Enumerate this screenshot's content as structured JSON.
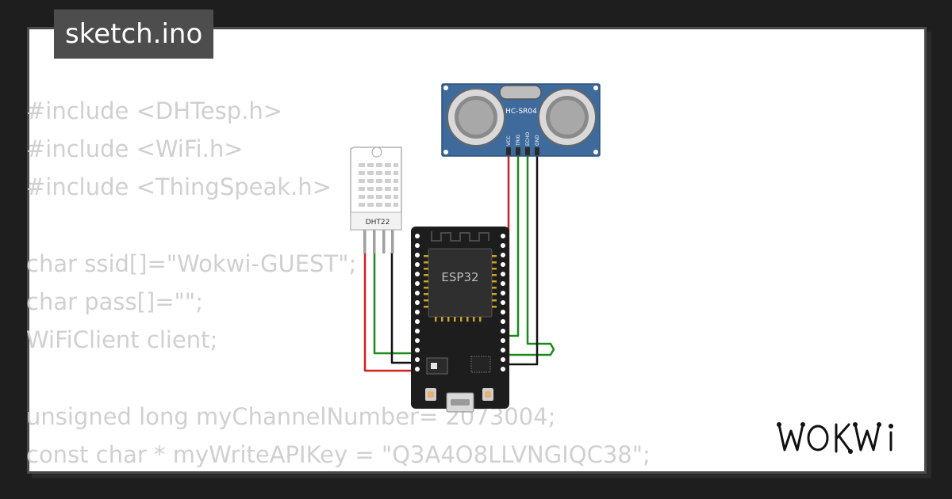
{
  "file_tab": {
    "label": "sketch.ino"
  },
  "code_lines": [
    "#include <DHTesp.h>",
    "#include <WiFi.h>",
    "#include <ThingSpeak.h>",
    "",
    "char ssid[]=\"Wokwi-GUEST\";",
    "char pass[]=\"\";",
    "WiFiClient client;",
    "",
    "unsigned long myChannelNumber= 2073004;",
    "const char * myWriteAPIKey = \"Q3A4O8LLVNGIQC38\";"
  ],
  "components": {
    "ultrasonic": {
      "model": "HC-SR04",
      "pins": [
        "VCC",
        "TRIG",
        "ECHO",
        "GND"
      ]
    },
    "dht": {
      "model": "DHT22"
    },
    "mcu": {
      "model": "ESP32"
    }
  },
  "colors": {
    "wire_red": "#d51e1e",
    "wire_green": "#1a8a1a",
    "wire_black": "#111111",
    "board_black": "#1d1d1d",
    "sensor_blue": "#3f6a9c",
    "background": "#1e1e1e",
    "code_text": "#d0d0d0"
  },
  "brand": {
    "logo_text": "WOKWi"
  }
}
